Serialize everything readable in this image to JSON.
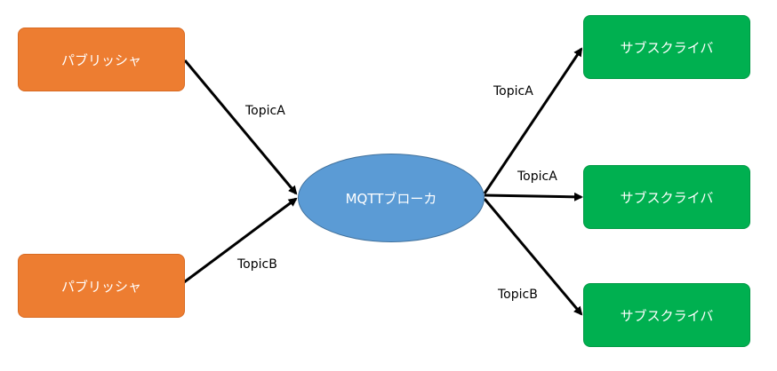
{
  "publishers": [
    {
      "label": "パブリッシャ"
    },
    {
      "label": "パブリッシャ"
    }
  ],
  "broker": {
    "label": "MQTTブローカ"
  },
  "subscribers": [
    {
      "label": "サブスクライバ"
    },
    {
      "label": "サブスクライバ"
    },
    {
      "label": "サブスクライバ"
    }
  ],
  "connections": [
    {
      "from": "publisher-1",
      "to": "broker",
      "topic": "TopicA"
    },
    {
      "from": "publisher-2",
      "to": "broker",
      "topic": "TopicB"
    },
    {
      "from": "broker",
      "to": "subscriber-1",
      "topic": "TopicA"
    },
    {
      "from": "broker",
      "to": "subscriber-2",
      "topic": "TopicA"
    },
    {
      "from": "broker",
      "to": "subscriber-3",
      "topic": "TopicB"
    }
  ],
  "colors": {
    "publisher": "#ed7d31",
    "broker": "#5b9bd5",
    "subscriber": "#00b050",
    "arrow": "#000000"
  }
}
